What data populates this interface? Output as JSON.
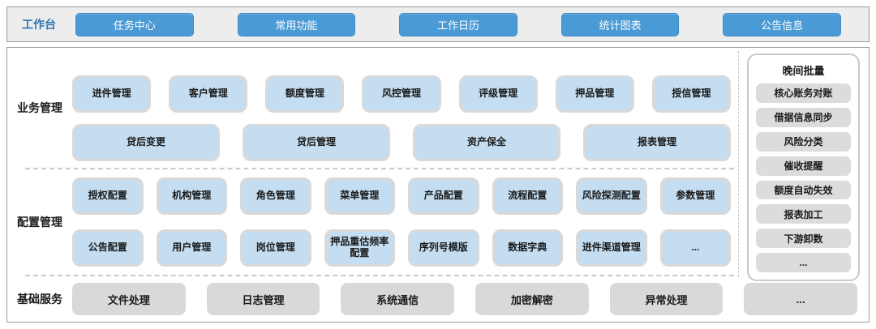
{
  "topbar": {
    "label": "工作台",
    "buttons": [
      "任务中心",
      "常用功能",
      "工作日历",
      "统计图表",
      "公告信息"
    ]
  },
  "business": {
    "label": "业务管理",
    "row1": [
      "进件管理",
      "客户管理",
      "额度管理",
      "风控管理",
      "评级管理",
      "押品管理",
      "授信管理"
    ],
    "row2": [
      "贷后变更",
      "贷后管理",
      "资产保全",
      "报表管理"
    ]
  },
  "config": {
    "label": "配置管理",
    "row1": [
      "授权配置",
      "机构管理",
      "角色管理",
      "菜单管理",
      "产品配置",
      "流程配置",
      "风险探测配置",
      "参数管理"
    ],
    "row2": [
      "公告配置",
      "用户管理",
      "岗位管理",
      "押品重估频率配置",
      "序列号模版",
      "数据字典",
      "进件渠道管理",
      "..."
    ]
  },
  "base": {
    "label": "基础服务",
    "items": [
      "文件处理",
      "日志管理",
      "系统通信",
      "加密解密",
      "异常处理",
      "..."
    ]
  },
  "night_batch": {
    "title": "晚间批量",
    "items": [
      "核心账务对账",
      "借据信息同步",
      "风险分类",
      "催收提醒",
      "额度自动失效",
      "报表加工",
      "下游卸数",
      "..."
    ]
  },
  "colors": {
    "accent_blue": "#4a9ad5",
    "module_blue_fill": "#c4ddf1",
    "module_gray_fill": "#d9d9d9",
    "workbench_label_blue": "#2e75b6"
  }
}
